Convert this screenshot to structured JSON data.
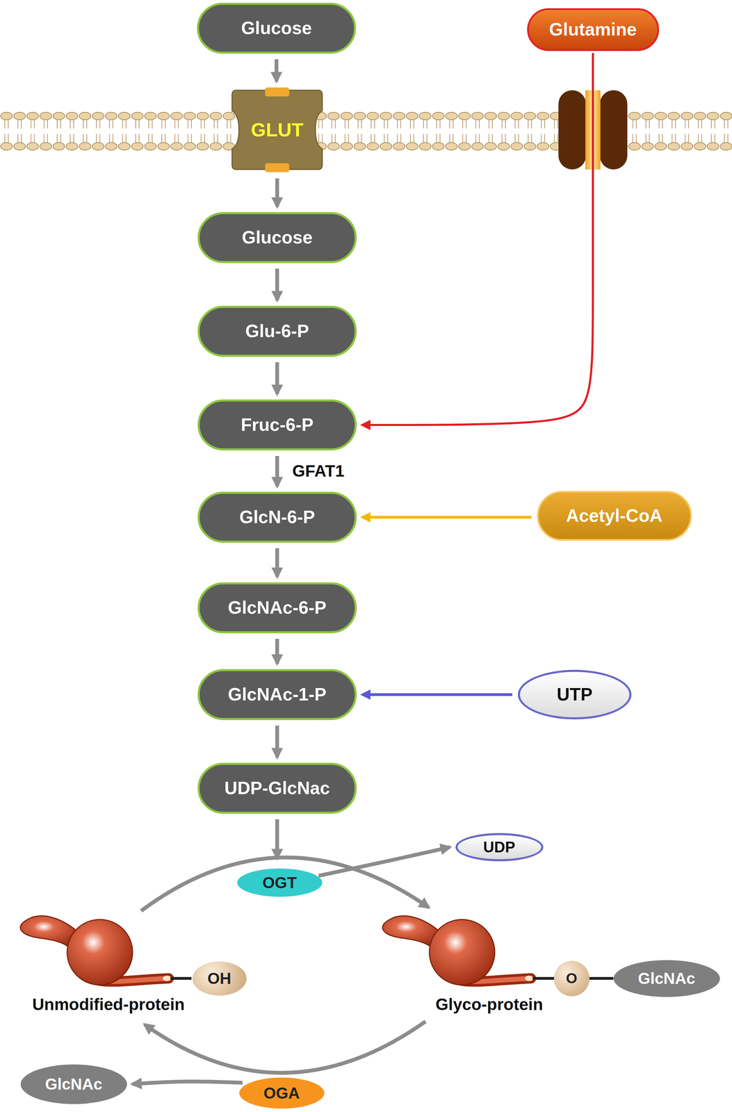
{
  "diagram": {
    "nodes": [
      {
        "text": [
          "Glucose"
        ]
      },
      {
        "text": [
          "Glutamine"
        ]
      },
      {
        "text": [
          "GLUT"
        ]
      },
      {
        "text": [
          "Glucose"
        ]
      },
      {
        "text": [
          "Glu-6-P"
        ]
      },
      {
        "text": [
          "Fruc-6-P"
        ]
      },
      {
        "text": [
          "GlcN-6-P"
        ]
      },
      {
        "text": [
          "Acetyl-CoA"
        ]
      },
      {
        "text": [
          "GlcNAc-6-P"
        ]
      },
      {
        "text": [
          "GlcNAc-1-P"
        ]
      },
      {
        "text": [
          "UTP"
        ]
      },
      {
        "text": [
          "UDP-GlcNac"
        ]
      },
      {
        "text": [
          "OGT"
        ]
      },
      {
        "text": [
          "UDP"
        ]
      },
      {
        "text": [
          "OH"
        ]
      },
      {
        "text": [
          "O"
        ]
      },
      {
        "text": [
          "GlcNAc"
        ]
      },
      {
        "text": [
          "OGA"
        ]
      },
      {
        "text": [
          "GlcNAc"
        ]
      }
    ],
    "edges": [
      {
        "from": 0,
        "to": 2,
        "arrow": "to"
      },
      {
        "from": 2,
        "to": 3,
        "arrow": "to"
      },
      {
        "from": 3,
        "to": 4,
        "arrow": "to"
      },
      {
        "from": 4,
        "to": 5,
        "arrow": "to"
      },
      {
        "from": 1,
        "to": 5,
        "arrow": "to"
      },
      {
        "from": 5,
        "to": 6,
        "label": "GFAT1",
        "arrow": "to"
      },
      {
        "from": 7,
        "to": 6,
        "arrow": "to"
      },
      {
        "from": 6,
        "to": 8,
        "arrow": "to"
      },
      {
        "from": 8,
        "to": 9,
        "arrow": "to"
      },
      {
        "from": 10,
        "to": 9,
        "arrow": "to"
      },
      {
        "from": 9,
        "to": 11,
        "arrow": "to"
      },
      {
        "from": 11,
        "to": 12,
        "arrow": "to"
      },
      {
        "from": 12,
        "to": 13,
        "arrow": "to"
      },
      {
        "from": 17,
        "to": 18,
        "arrow": "to"
      },
      {
        "from": 15,
        "to": 16,
        "arrow": "none"
      }
    ],
    "labels": [
      "Unmodified-protein",
      "Glyco-protein"
    ]
  }
}
